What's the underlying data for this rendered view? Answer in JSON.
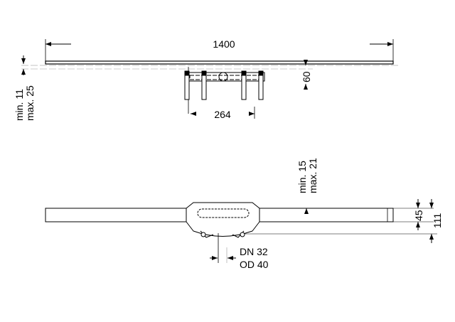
{
  "top_view": {
    "length": "1400",
    "height_min": "min. 11",
    "height_max": "max. 25",
    "depth": "60",
    "bracket_spacing": "264"
  },
  "side_view": {
    "cover_min": "min. 15",
    "cover_max": "max. 21",
    "channel_height": "45",
    "total_height": "111",
    "outlet_dn": "DN 32",
    "outlet_od": "OD 40"
  }
}
